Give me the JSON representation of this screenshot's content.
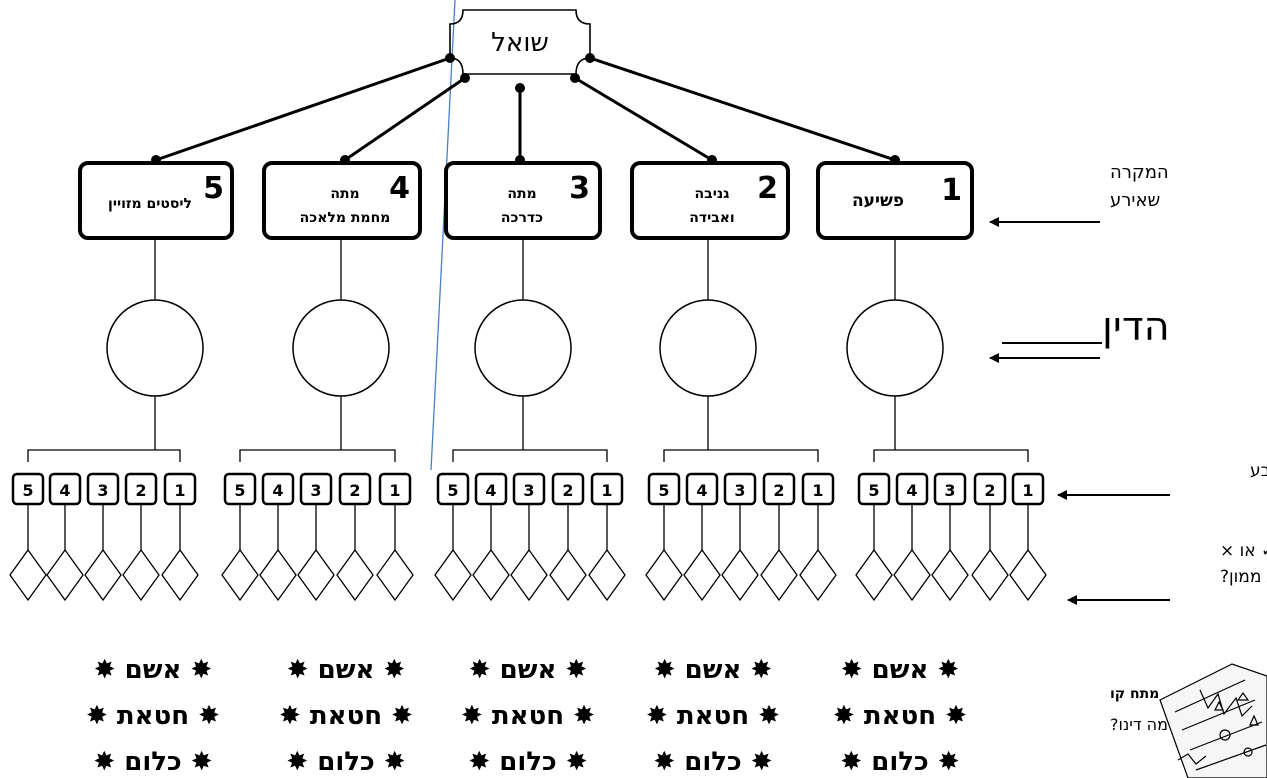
{
  "root": {
    "label": "שואל"
  },
  "side_labels": {
    "event_line1": "המקרה",
    "event_line2": "שאירע",
    "ruling": "הדין",
    "oath": "השבועה שנשבע",
    "mark_line1": "סמן ✓ או ×",
    "mark_line2": "כפירת ממון?",
    "connect_line1": "מתח קו",
    "connect_line2": "מה דינו?"
  },
  "cases": [
    {
      "num": "1",
      "line1": "פשיעה",
      "line2": ""
    },
    {
      "num": "2",
      "line1": "גניבה",
      "line2": "ואבידה"
    },
    {
      "num": "3",
      "line1": "מתה",
      "line2": "כדרכה"
    },
    {
      "num": "4",
      "line1": "מתה",
      "line2": "מחמת מלאכה"
    },
    {
      "num": "5",
      "line1": "ליסטים מזויין",
      "line2": ""
    }
  ],
  "oath_numbers": [
    "1",
    "2",
    "3",
    "4",
    "5"
  ],
  "outcomes": [
    "אשם",
    "חטאת",
    "כלום"
  ],
  "outcome_star": "✸",
  "colors": {
    "stroke": "#000000",
    "guide_line": "#4a7fc1"
  }
}
